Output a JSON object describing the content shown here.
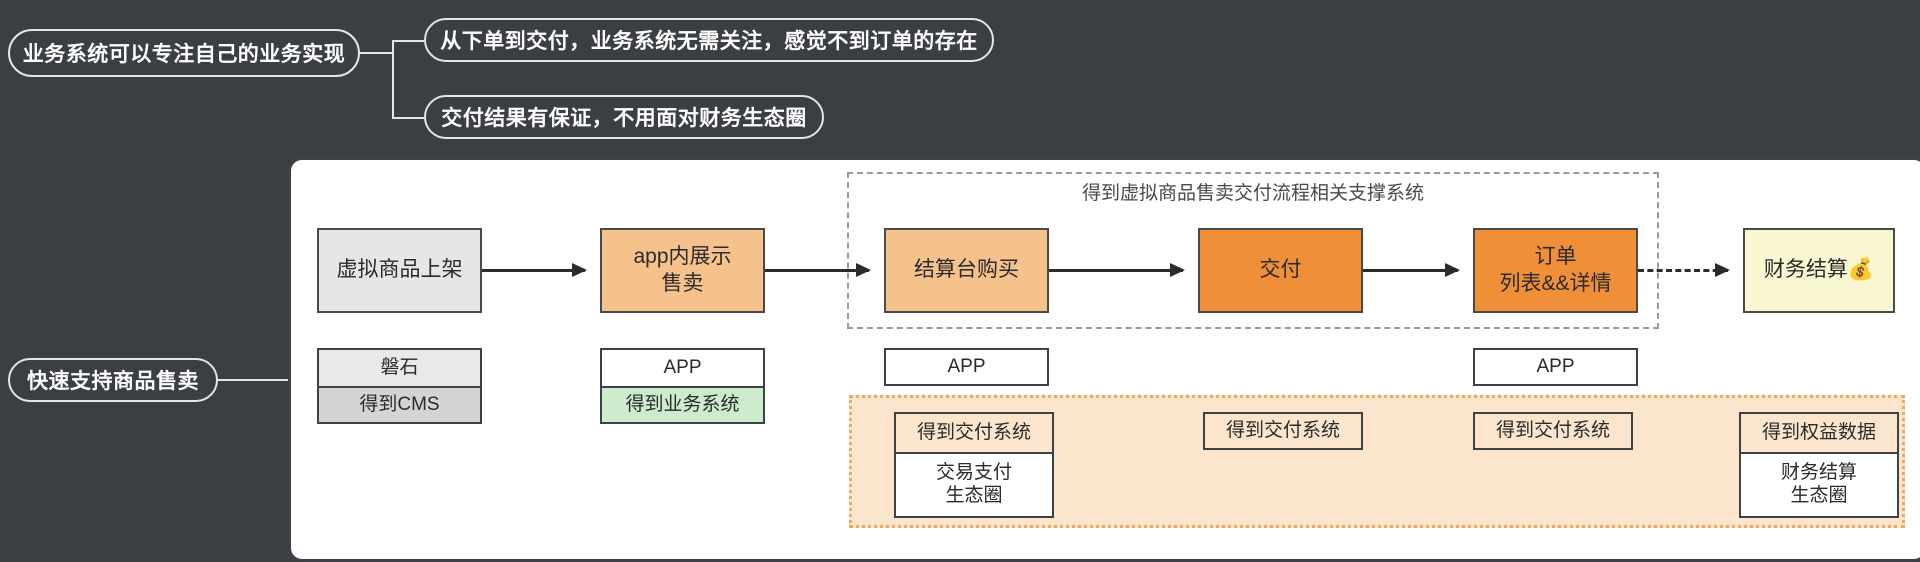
{
  "mindmap": {
    "branches": [
      {
        "id": "biz-focus",
        "label": "业务系统可以专注自己的业务实现"
      },
      {
        "id": "fast-sell",
        "label": "快速支持商品售卖"
      }
    ],
    "notes": [
      {
        "id": "note-order-to-delivery",
        "label": "从下单到交付，业务系统无需关注，感觉不到订单的存在"
      },
      {
        "id": "note-delivery-guarantee",
        "label": "交付结果有保证，不用面对财务生态圈"
      }
    ]
  },
  "dashed_group": {
    "title": "得到虚拟商品售卖交付流程相关支撑系统"
  },
  "flow": {
    "nodes": [
      {
        "id": "listing",
        "label": "虚拟商品上架",
        "color": "#e6e6e6"
      },
      {
        "id": "app-display",
        "label": "app内展示\n售卖",
        "color": "#f5c28c"
      },
      {
        "id": "checkout",
        "label": "结算台购买",
        "color": "#f5c28c"
      },
      {
        "id": "delivery",
        "label": "交付",
        "color": "#ef8f38"
      },
      {
        "id": "order-list",
        "label": "订单\n列表&&详情",
        "color": "#ef8f38"
      },
      {
        "id": "settlement",
        "label": "财务结算💰",
        "color": "#f8f7d2"
      }
    ]
  },
  "support": {
    "listing": [
      {
        "label": "磐石",
        "bg": "#e9e9e9"
      },
      {
        "label": "得到CMS",
        "bg": "#d4d4d4"
      }
    ],
    "app_display": [
      {
        "label": "APP",
        "bg": "#ffffff"
      },
      {
        "label": "得到业务系统",
        "bg": "#cdeccd"
      }
    ],
    "checkout_app": [
      {
        "label": "APP",
        "bg": "#ffffff"
      }
    ],
    "orderlist_app": [
      {
        "label": "APP",
        "bg": "#ffffff"
      }
    ],
    "checkout": [
      {
        "label": "得到交付系统",
        "bg": "#fbe5cd"
      },
      {
        "label": "交易支付\n生态圈",
        "bg": "#ffffff"
      }
    ],
    "delivery": [
      {
        "label": "得到交付系统",
        "bg": "#fbe5cd"
      }
    ],
    "order_list": [
      {
        "label": "得到交付系统",
        "bg": "#fbe5cd"
      }
    ],
    "settlement": [
      {
        "label": "得到权益数据",
        "bg": "#fbe5cd"
      },
      {
        "label": "财务结算\n生态圈",
        "bg": "#ffffff"
      }
    ]
  },
  "colors": {
    "background": "#3b3f44",
    "panel": "#ffffff",
    "stroke_light": "#e3e5e7",
    "stroke_dark": "#3d4248",
    "orange_light": "#f5c28c",
    "orange_dark": "#ef8f38",
    "yellow_light": "#f8f7d2",
    "green_light": "#cdeccd",
    "peach_fill": "#fbe5cd",
    "peach_border": "#f0a860"
  }
}
